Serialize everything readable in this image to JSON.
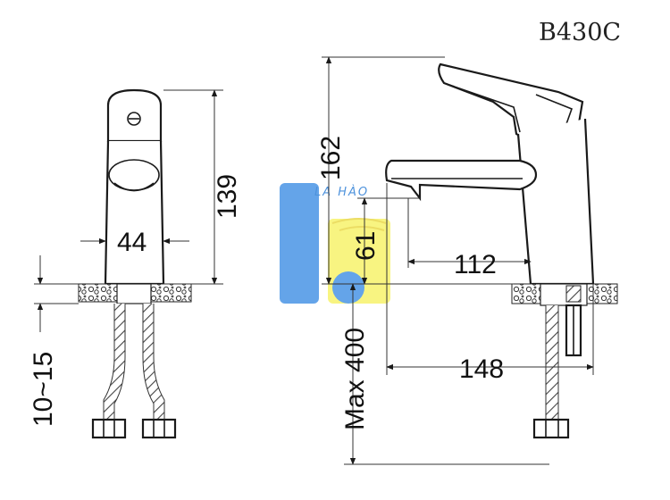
{
  "model_code": "B430C",
  "watermark_text": "LA HÀO",
  "dimensions": {
    "height_total_front": "139",
    "body_width": "44",
    "deck_thickness": "10~15",
    "height_total_side": "162",
    "spout_height": "61",
    "spout_reach": "112",
    "overall_depth": "148",
    "hose_length": "Max 400"
  },
  "colors": {
    "line": "#1a1a1a",
    "watermark_blue": "#3f8fe0",
    "watermark_yellow": "#f4ef60"
  }
}
